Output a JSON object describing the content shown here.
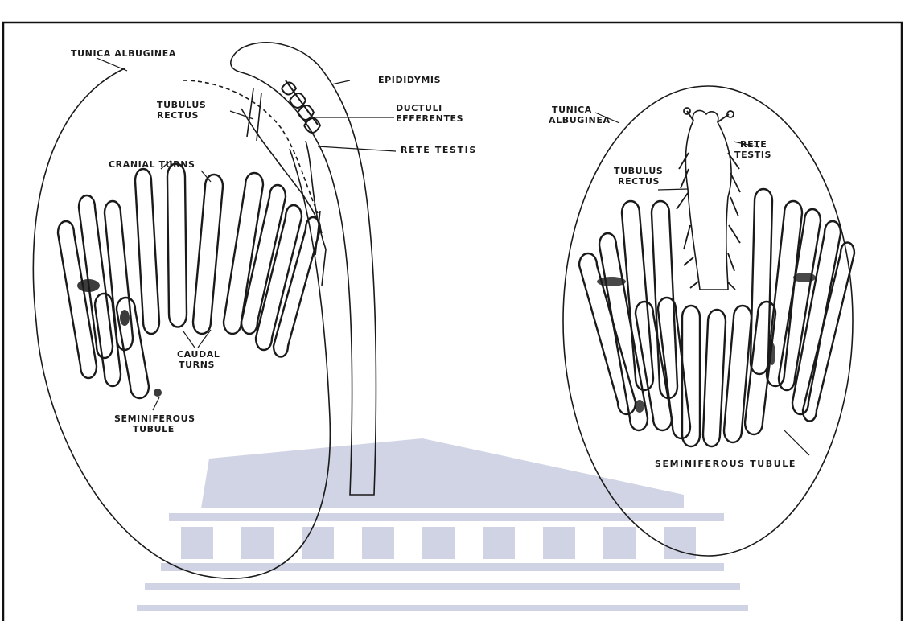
{
  "figure": {
    "left_diagram": {
      "labels": {
        "tunica_albuginea": "TUNICA ALBUGINEA",
        "epididymis": "EPIDIDYMIS",
        "tubulus_rectus_line1": "TUBULUS",
        "tubulus_rectus_line2": "RECTUS",
        "ductuli_line1": "DUCTULI",
        "ductuli_line2": "EFFERENTES",
        "rete_testis": "RETE TESTIS",
        "cranial_turns": "CRANIAL TURNS",
        "caudal_line1": "CAUDAL",
        "caudal_line2": "TURNS",
        "seminiferous_line1": "SEMINIFEROUS",
        "seminiferous_line2": "TUBULE"
      }
    },
    "right_diagram": {
      "labels": {
        "tunica_line1": "TUNICA",
        "tunica_line2": "ALBUGINEA",
        "rete_line1": "RETE",
        "rete_line2": "TESTIS",
        "tubulus_line1": "TUBULUS",
        "tubulus_line2": "RECTUS",
        "seminiferous_tubule": "SEMINIFEROUS TUBULE"
      }
    },
    "colors": {
      "ink": "#1a1a1a",
      "watermark": "#aab0cf",
      "frame": "#111111"
    },
    "watermark_icon": "university-building-watermark"
  }
}
